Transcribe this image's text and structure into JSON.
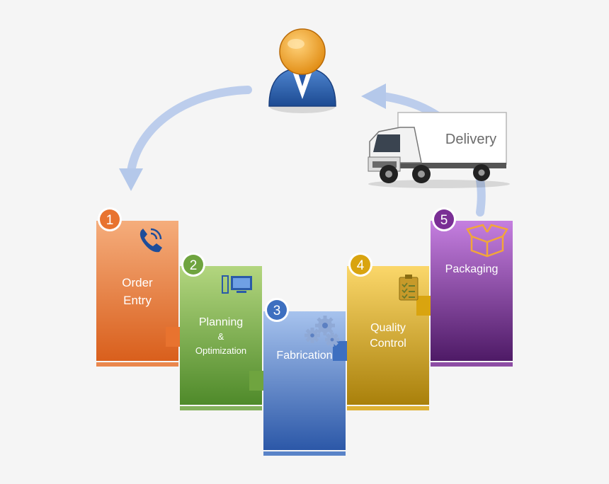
{
  "delivery": {
    "label": "Delivery"
  },
  "steps": [
    {
      "number": "1",
      "lines": [
        "Order",
        "Entry"
      ],
      "icon": "phone-icon",
      "color": "#e8732f"
    },
    {
      "number": "2",
      "lines": [
        "Planning",
        "&",
        "Optimization"
      ],
      "icon": "computer-icon",
      "color": "#6fa43f"
    },
    {
      "number": "3",
      "lines": [
        "Fabrication"
      ],
      "icon": "gears-icon",
      "color": "#3d6fc0"
    },
    {
      "number": "4",
      "lines": [
        "Quality",
        "Control"
      ],
      "icon": "clipboard-icon",
      "color": "#d9a40f"
    },
    {
      "number": "5",
      "lines": [
        "Packaging"
      ],
      "icon": "box-icon",
      "color": "#7a2f95"
    }
  ]
}
